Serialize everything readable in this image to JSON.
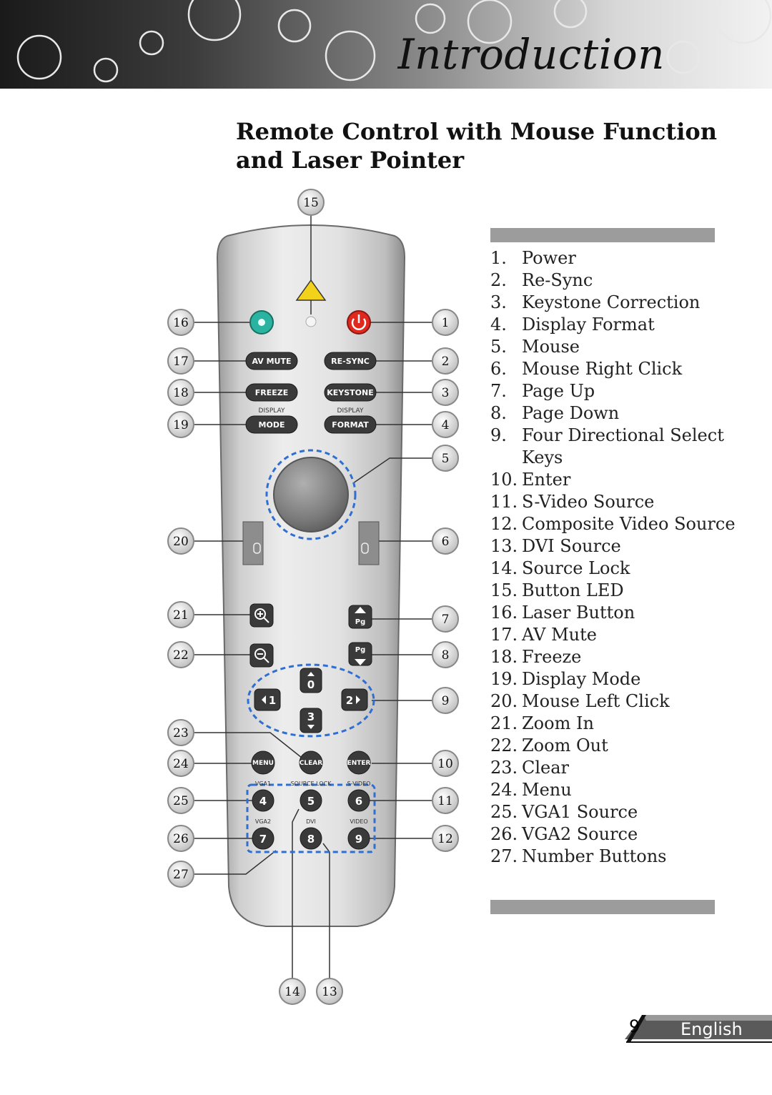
{
  "header": {
    "chapter": "Introduction"
  },
  "section": {
    "title": "Remote Control with Mouse Function and Laser Pointer"
  },
  "remote": {
    "buttons": {
      "av_mute": "AV MUTE",
      "resync": "RE-SYNC",
      "freeze": "FREEZE",
      "keystone": "KEYSTONE",
      "display_left": "DISPLAY",
      "mode": "MODE",
      "display_right": "DISPLAY",
      "format": "FORMAT",
      "menu": "MENU",
      "clear": "CLEAR",
      "enter": "ENTER",
      "vga1": "VGA1",
      "source_lock": "SOURCE LOCK",
      "svideo": "S-VIDEO",
      "vga2": "VGA2",
      "dvi": "DVI",
      "video": "VIDEO",
      "pg": "Pg"
    },
    "digits": [
      "0",
      "1",
      "2",
      "3",
      "4",
      "5",
      "6",
      "7",
      "8",
      "9"
    ],
    "callouts": [
      "1",
      "2",
      "3",
      "4",
      "5",
      "6",
      "7",
      "8",
      "9",
      "10",
      "11",
      "12",
      "13",
      "14",
      "15",
      "16",
      "17",
      "18",
      "19",
      "20",
      "21",
      "22",
      "23",
      "24",
      "25",
      "26",
      "27"
    ]
  },
  "legend": [
    {
      "num": "1.",
      "label": "Power"
    },
    {
      "num": "2.",
      "label": "Re-Sync"
    },
    {
      "num": "3.",
      "label": "Keystone Correction"
    },
    {
      "num": "4.",
      "label": "Display Format"
    },
    {
      "num": "5.",
      "label": "Mouse"
    },
    {
      "num": "6.",
      "label": "Mouse Right Click"
    },
    {
      "num": "7.",
      "label": "Page Up"
    },
    {
      "num": "8.",
      "label": "Page Down"
    },
    {
      "num": "9.",
      "label": "Four Directional Select Keys"
    },
    {
      "num": "10.",
      "label": "Enter"
    },
    {
      "num": "11.",
      "label": "S-Video Source"
    },
    {
      "num": "12.",
      "label": "Composite Video Source"
    },
    {
      "num": "13.",
      "label": "DVI Source"
    },
    {
      "num": "14.",
      "label": "Source Lock"
    },
    {
      "num": "15.",
      "label": "Button LED"
    },
    {
      "num": "16.",
      "label": "Laser Button"
    },
    {
      "num": "17.",
      "label": "AV Mute"
    },
    {
      "num": "18.",
      "label": "Freeze"
    },
    {
      "num": "19.",
      "label": "Display Mode"
    },
    {
      "num": "20.",
      "label": "Mouse Left Click"
    },
    {
      "num": "21.",
      "label": "Zoom In"
    },
    {
      "num": "22.",
      "label": "Zoom Out"
    },
    {
      "num": "23.",
      "label": "Clear"
    },
    {
      "num": "24.",
      "label": "Menu"
    },
    {
      "num": "25.",
      "label": "VGA1 Source"
    },
    {
      "num": "26.",
      "label": "VGA2 Source"
    },
    {
      "num": "27.",
      "label": "Number Buttons"
    }
  ],
  "footer": {
    "page": "9",
    "language": "English"
  }
}
